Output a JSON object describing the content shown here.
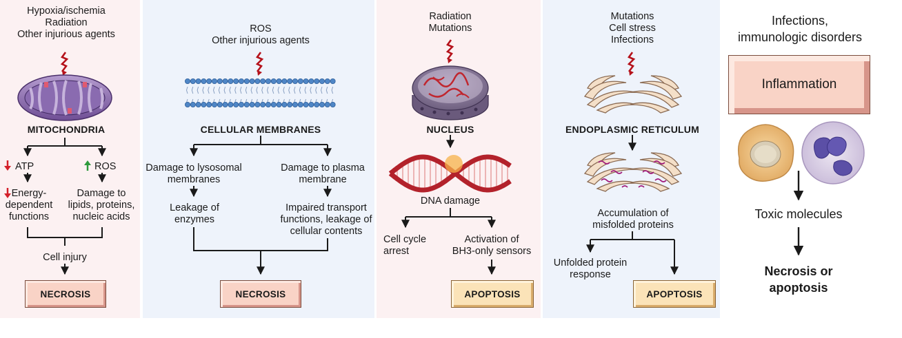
{
  "panel1": {
    "causes": "Hypoxia/ischemia\nRadiation\nOther injurious agents",
    "organelle": "MITOCHONDRIA",
    "left_branch": "ATP",
    "right_branch": "ROS",
    "left_effect": "Energy-\ndependent\nfunctions",
    "right_effect": "Damage to\nlipids, proteins,\nnucleic acids",
    "convergence": "Cell injury",
    "outcome": "NECROSIS"
  },
  "panel2": {
    "causes": "ROS\nOther injurious agents",
    "organelle": "CELLULAR MEMBRANES",
    "left_branch": "Damage to lysosomal\nmembranes",
    "right_branch": "Damage to plasma\nmembrane",
    "left_effect": "Leakage of\nenzymes",
    "right_effect": "Impaired transport\nfunctions, leakage of\ncellular contents",
    "outcome": "NECROSIS"
  },
  "panel3": {
    "causes": "Radiation\nMutations",
    "organelle": "NUCLEUS",
    "damage": "DNA damage",
    "left_effect": "Cell cycle\narrest",
    "right_effect": "Activation of\nBH3-only sensors",
    "outcome": "APOPTOSIS"
  },
  "panel4": {
    "causes": "Mutations\nCell stress\nInfections",
    "organelle": "ENDOPLASMIC RETICULUM",
    "accumulation": "Accumulation of\nmisfolded proteins",
    "left_effect": "Unfolded protein\nresponse",
    "outcome": "APOPTOSIS"
  },
  "panel5": {
    "causes": "Infections,\nimmunologic disorders",
    "process": "Inflammation",
    "mediators": "Toxic molecules",
    "outcome": "Necrosis or\napoptosis"
  },
  "colors": {
    "panel_pink": "#fcf1f2",
    "panel_blue": "#eef3fb",
    "necrosis_box": "#f9d3c6",
    "apoptosis_box": "#fbe3b8",
    "arrow_down_red": "#d4202a",
    "arrow_up_green": "#2e9a3c",
    "lightning": "#b5121b"
  },
  "icons": [
    "lightning-bolt-icon",
    "mitochondrion-icon",
    "lipid-bilayer-icon",
    "nucleus-icon",
    "dna-helix-icon",
    "endoplasmic-reticulum-icon",
    "macrophage-icon",
    "neutrophil-icon"
  ]
}
